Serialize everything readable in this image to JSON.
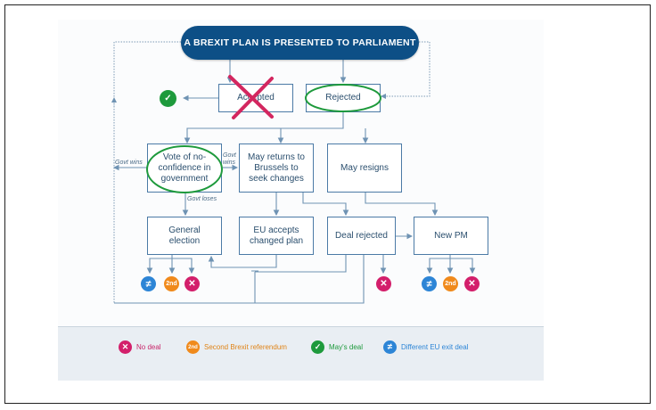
{
  "diagram": {
    "title": "A BREXIT PLAN IS PRESENTED TO PARLIAMENT",
    "nodes": {
      "accepted": "Accepted",
      "rejected": "Rejected",
      "vote_no_confidence": "Vote of no-confidence in government",
      "may_returns": "May returns to Brussels to seek changes",
      "may_resigns": "May resigns",
      "general_election": "General election",
      "eu_accepts": "EU accepts changed plan",
      "deal_rejected": "Deal rejected",
      "new_pm": "New PM"
    },
    "edge_labels": {
      "govt_wins_left": "Govt wins",
      "govt_wins_right": "Govt wins",
      "govt_loses": "Govt loses"
    },
    "badges": {
      "no_deal_symbol": "✕",
      "referendum_symbol": "2nd",
      "mays_deal_symbol": "✓",
      "different_deal_symbol": "≠"
    }
  },
  "legend": {
    "no_deal": "No deal",
    "second_referendum": "Second Brexit referendum",
    "mays_deal": "May's deal",
    "different_deal": "Different EU exit deal"
  },
  "colors": {
    "title_bg": "#0d4f86",
    "box_border": "#4b7aa6",
    "no_deal": "#d31f6b",
    "referendum": "#f08a1c",
    "mays_deal": "#1e9a3c",
    "different_deal": "#2d85d6",
    "annotation_green": "#1e9a3c",
    "annotation_red": "#d3265f"
  }
}
